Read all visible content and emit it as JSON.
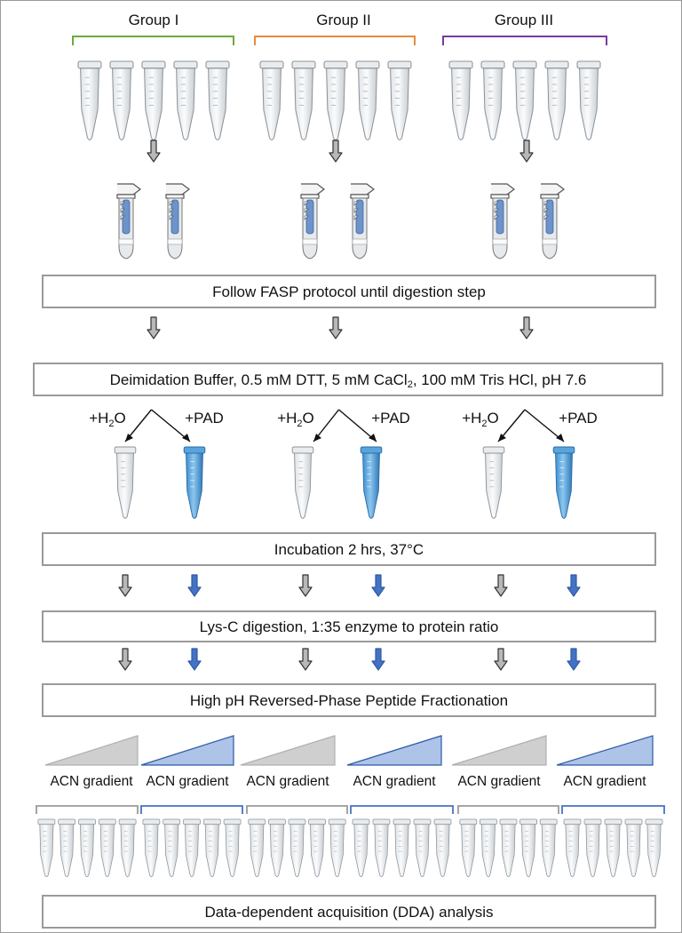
{
  "groups": [
    "Group I",
    "Group II",
    "Group III"
  ],
  "colors": {
    "group_1": "#6aaa3a",
    "group_2": "#ea8a3c",
    "group_3": "#7a3a9c",
    "blue": "#4472c4",
    "box_border": "#9a9a9a",
    "arrow_gray": "#b8b8b8"
  },
  "steps": {
    "fasp": "Follow FASP protocol until digestion step",
    "deimidation_pre": "Deimidation Buffer, 0.5 mM DTT, 5 mM CaCl",
    "deimidation_sub": "2",
    "deimidation_post": ", 100 mM Tris HCl, pH 7.6",
    "incubation": "Incubation 2 hrs, 37°C",
    "lysc": "Lys-C digestion, 1:35 enzyme to protein ratio",
    "fractionation": "High pH Reversed-Phase Peptide Fractionation",
    "dda": "Data-dependent acquisition (DDA) analysis"
  },
  "treatments": {
    "water_prefix": "+H",
    "water_sub": "2",
    "water_suffix": "O",
    "pad": "+PAD"
  },
  "gradient_label": "ACN gradient",
  "gradient_labels": [
    "ACN gradient",
    "ACN gradient",
    "ACN gradient",
    "ACN gradient",
    "ACN gradient",
    "ACN gradient"
  ],
  "icons": [
    "microcentrifuge-tube-icon",
    "spin-filter-icon",
    "down-arrow-icon",
    "gradient-wedge-icon"
  ]
}
